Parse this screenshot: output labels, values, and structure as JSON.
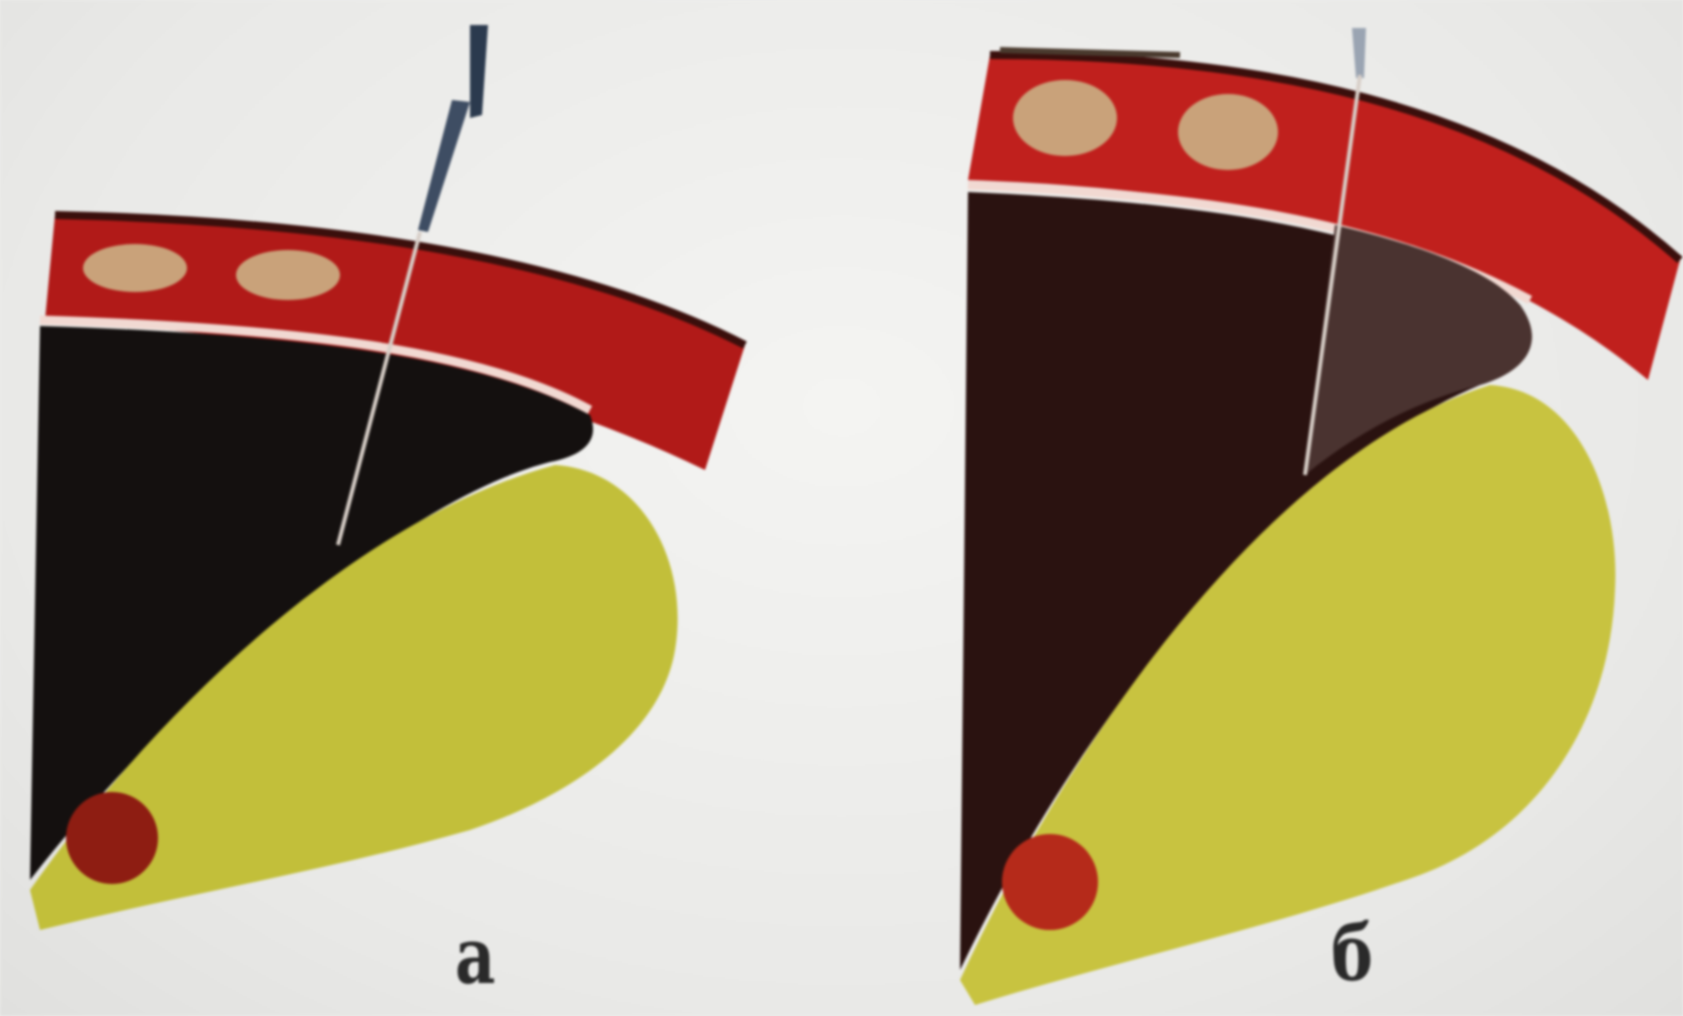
{
  "panels": [
    {
      "id": "a",
      "label": "а"
    },
    {
      "id": "b",
      "label": "б"
    }
  ],
  "colors": {
    "background": "#eeeeec",
    "chest_wall": "#b11a18",
    "rib": "#c9a27a",
    "pleura_line": "#f1d9d2",
    "effusion_dark": "#14100f",
    "effusion_brown": "#2a1210",
    "lung": "#c2bf3a",
    "vessel": "#8e1d12",
    "needle": "#2b3a4e"
  }
}
